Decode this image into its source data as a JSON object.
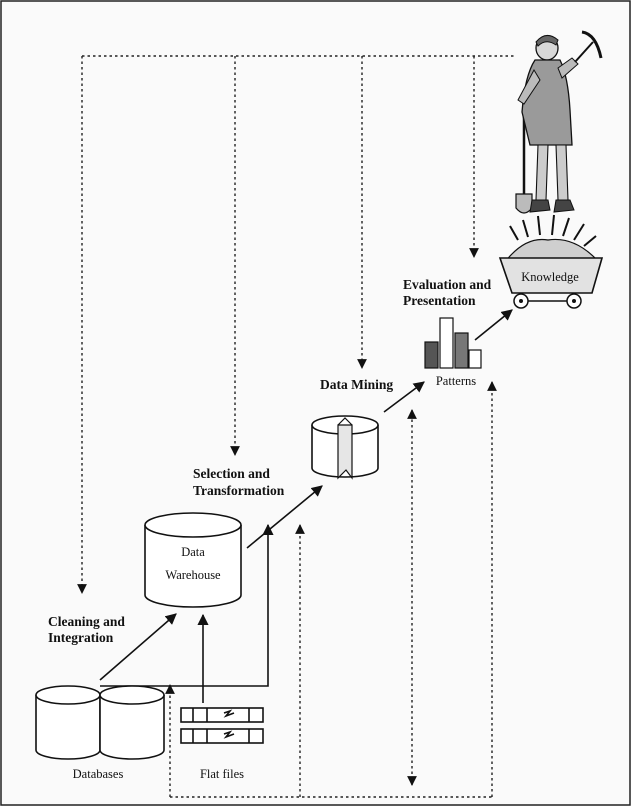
{
  "stages": {
    "cleaning": [
      "Cleaning and",
      "Integration"
    ],
    "selection": [
      "Selection and",
      "Transformation"
    ],
    "mining": "Data Mining",
    "evaluation": [
      "Evaluation and",
      "Presentation"
    ]
  },
  "nodes": {
    "databases": "Databases",
    "flat_files": "Flat files",
    "warehouse": [
      "Data",
      "Warehouse"
    ],
    "patterns": "Patterns",
    "knowledge": "Knowledge"
  }
}
